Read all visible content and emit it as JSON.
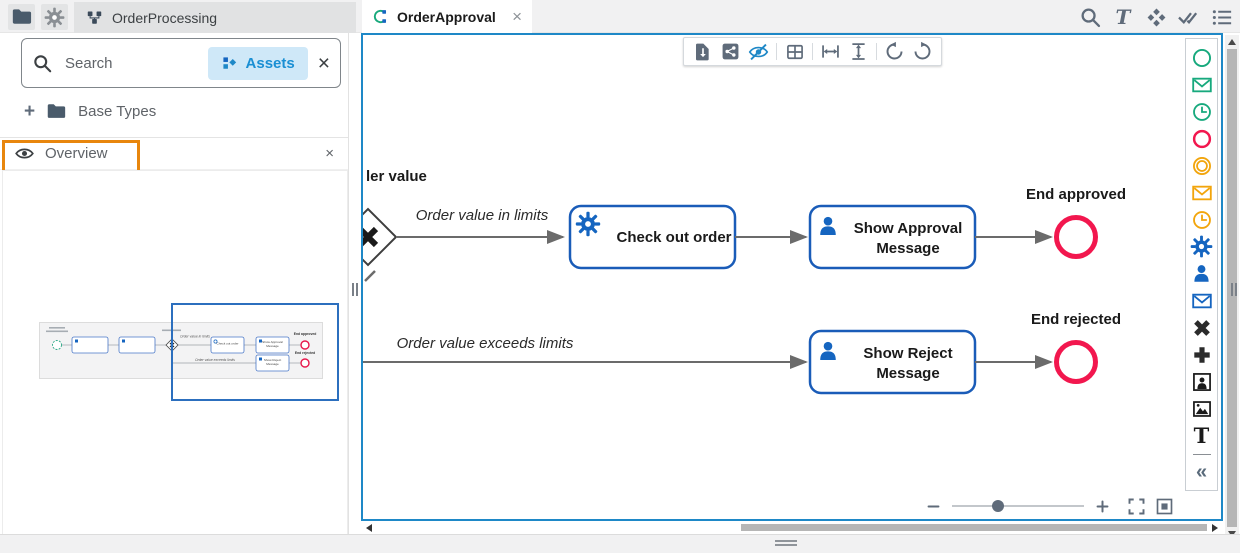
{
  "topbar": {
    "project_tab_label": "OrderProcessing"
  },
  "doc_tab": {
    "label": "OrderApproval",
    "close_glyph": "×"
  },
  "header": {
    "t_glyph": "T"
  },
  "sidebar": {
    "search_placeholder": "Search",
    "assets_label": "Assets",
    "search_close_glyph": "×",
    "add_glyph": "+",
    "base_types_label": "Base Types",
    "overview_title": "Overview",
    "overview_close_glyph": "×"
  },
  "palette": {
    "t_glyph": "T",
    "collapse_glyph": "«",
    "items": [
      "start-event",
      "message-start-event",
      "timer-start-event",
      "end-event",
      "intermediate-event",
      "message-intermediate-event",
      "timer-intermediate-event",
      "service-task",
      "user-task",
      "send-task",
      "exclusive-gateway",
      "parallel-gateway",
      "participant",
      "image",
      "text-annotation",
      "collapse-palette"
    ]
  },
  "toolbar": {
    "icons": [
      "export-document",
      "share",
      "hide-overlays",
      "grid",
      "fit-width",
      "fit-height",
      "undo",
      "redo"
    ]
  },
  "header_icons": [
    "search",
    "text",
    "align-elements",
    "validate",
    "list"
  ],
  "diagram": {
    "clipped_label": "ler value",
    "flow_in_limits_label": "Order value in limits",
    "flow_exceeds_label": "Order value exceeds limits",
    "task_checkout_label": "Check out order",
    "task_approval_line1": "Show Approval",
    "task_approval_line2": "Message",
    "task_reject_line1": "Show Reject",
    "task_reject_line2": "Message",
    "end_approved_label": "End approved",
    "end_rejected_label": "End rejected"
  },
  "colors": {
    "canvas_border": "#1e88c7",
    "task_border": "#1a5cb8",
    "node_icon_blue": "#1565c0",
    "end_event_red": "#f2174e",
    "palette_green": "#17a97d",
    "palette_orange": "#f2a50c",
    "highlight_orange": "#e8860d",
    "toolbar_icon_gray": "#5f6b7a"
  }
}
